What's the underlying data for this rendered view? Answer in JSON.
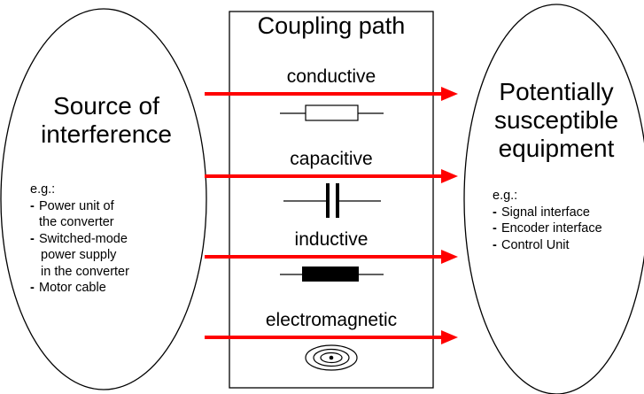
{
  "coupling": {
    "title": "Coupling path",
    "paths": [
      {
        "label": "conductive",
        "symbol": "resistor-icon"
      },
      {
        "label": "capacitive",
        "symbol": "capacitor-icon"
      },
      {
        "label": "inductive",
        "symbol": "inductor-icon"
      },
      {
        "label": "electromagnetic",
        "symbol": "radiation-icon"
      }
    ]
  },
  "source": {
    "title_line1": "Source of",
    "title_line2": "interference",
    "eg": "e.g.:",
    "items": [
      {
        "line1": "Power unit of",
        "line2": "the converter",
        "line3": ""
      },
      {
        "line1": "Switched-mode",
        "line2": "power supply",
        "line3": "in the converter"
      },
      {
        "line1": "Motor cable",
        "line2": "",
        "line3": ""
      }
    ]
  },
  "target": {
    "title_line1": "Potentially",
    "title_line2": "susceptible",
    "title_line3": "equipment",
    "eg": "e.g.:",
    "items": [
      "Signal interface",
      "Encoder interface",
      "Control Unit"
    ]
  },
  "colors": {
    "arrow": "#ff0000",
    "outline": "#000000",
    "fill": "#ffffff"
  }
}
